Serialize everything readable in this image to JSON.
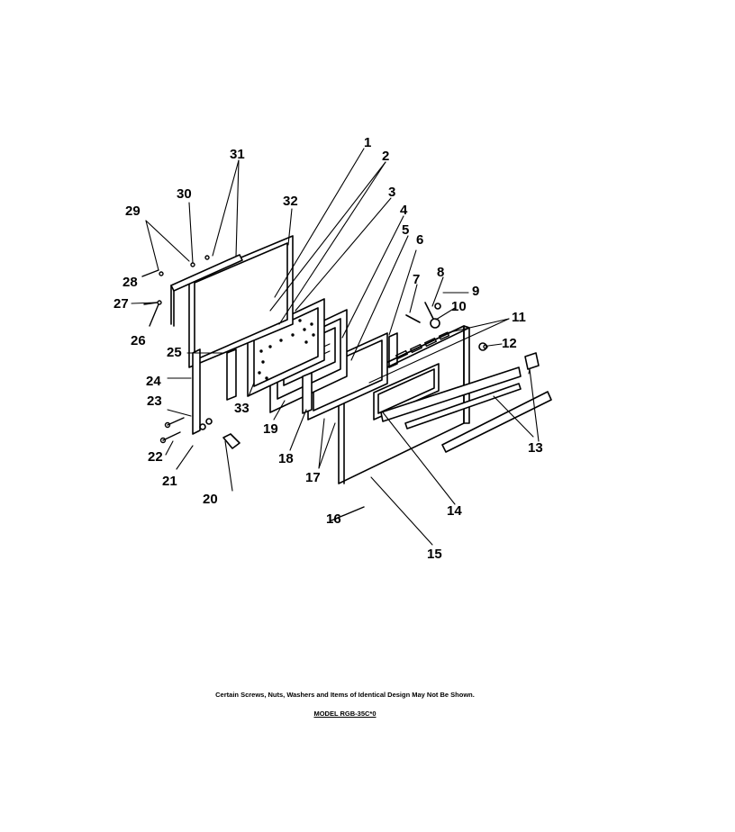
{
  "callouts": [
    "1",
    "2",
    "3",
    "4",
    "5",
    "6",
    "7",
    "8",
    "9",
    "10",
    "11",
    "12",
    "13",
    "14",
    "15",
    "16",
    "17",
    "18",
    "19",
    "20",
    "21",
    "22",
    "23",
    "24",
    "25",
    "26",
    "27",
    "28",
    "29",
    "30",
    "31",
    "32",
    "33"
  ],
  "footnote": "Certain Screws, Nuts, Washers and Items of Identical Design May Not Be Shown.",
  "model": "MODEL RGB-35C*0"
}
